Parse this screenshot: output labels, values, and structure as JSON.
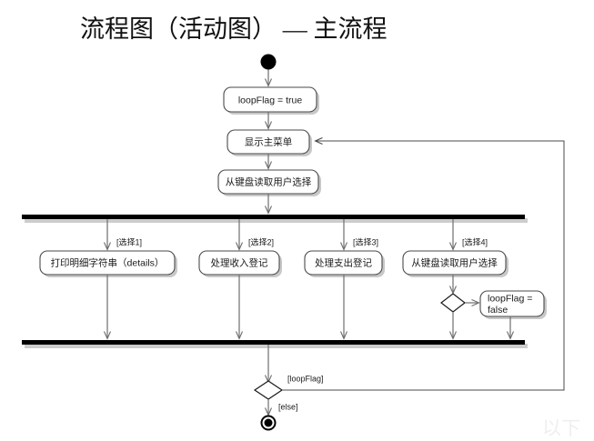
{
  "title": "流程图（活动图） — 主流程",
  "diagram": {
    "type": "uml-activity-diagram",
    "start_node": "start",
    "end_node": "end",
    "colors": {
      "node_border": "#4a4a4a",
      "node_fill": "#ffffff",
      "flow_line": "#6e6e6e",
      "bar": "#000000",
      "text": "#1a1a1a"
    },
    "actions": {
      "init_loop_flag": "loopFlag = true",
      "show_main_menu": "显示主菜单",
      "read_user_choice": "从键盘读取用户选择",
      "print_details": "打印明细字符串（details）",
      "handle_income": "处理收入登记",
      "handle_expense": "处理支出登记",
      "read_user_choice_2": "从键盘读取用户选择",
      "set_loop_flag_false_line1": "loopFlag =",
      "set_loop_flag_false_line2": "false"
    },
    "guards": {
      "choice1": "[选择1]",
      "choice2": "[选择2]",
      "choice3": "[选择3]",
      "choice4": "[选择4]",
      "loop_flag": "[loopFlag]",
      "else": "[else]"
    }
  },
  "watermark": "以下"
}
